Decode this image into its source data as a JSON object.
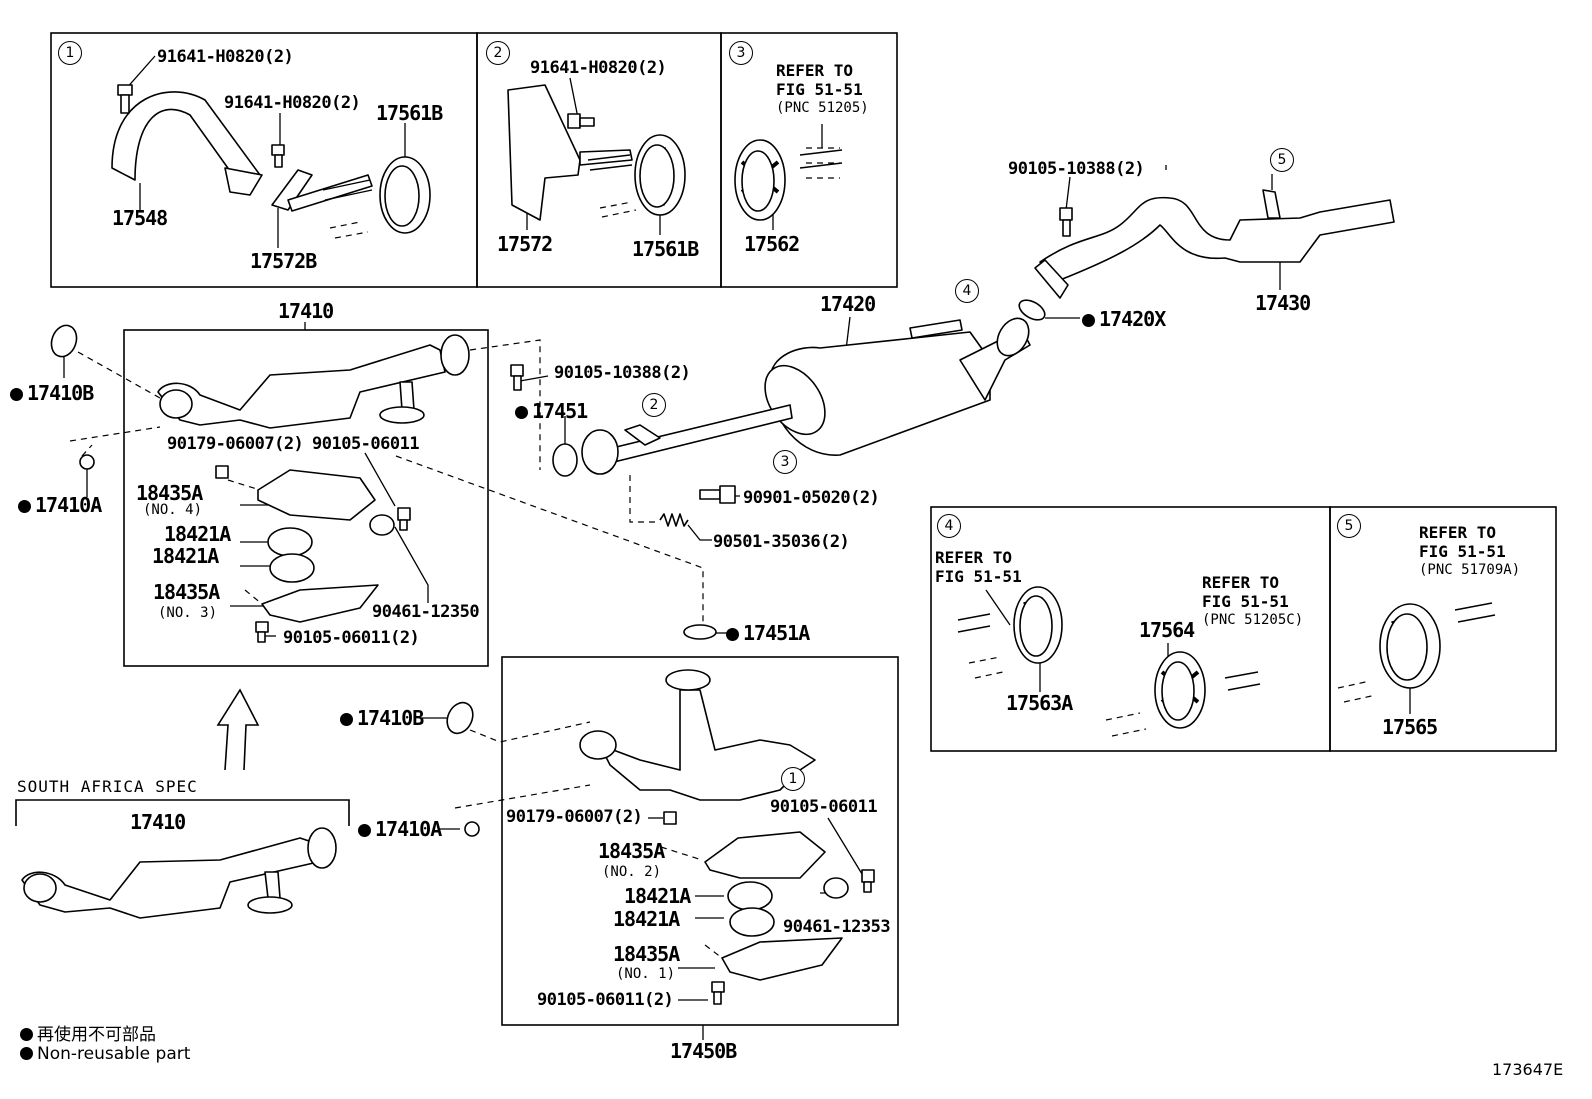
{
  "diagram_id": "173647E",
  "legend": {
    "jp": "再使用不可部品",
    "en": "Non-reusable part"
  },
  "spec_label": "SOUTH AFRICA SPEC",
  "inset_numbers": [
    "1",
    "2",
    "3",
    "4",
    "5"
  ],
  "callout_numbers": {
    "c4": "4",
    "c5": "5",
    "c2": "2",
    "c3": "3",
    "c1": "1"
  },
  "refer": {
    "p3": {
      "l1": "REFER TO",
      "l2": "FIG 51-51",
      "l3": "(PNC 51205)"
    },
    "p4": {
      "l1": "REFER TO",
      "l2": "FIG 51-51"
    },
    "p4b": {
      "l1": "REFER TO",
      "l2": "FIG 51-51",
      "l3": "(PNC 51205C)"
    },
    "p5": {
      "l1": "REFER TO",
      "l2": "FIG 51-51",
      "l3": "(PNC 51709A)"
    }
  },
  "parts": {
    "p1_bolt_a": "91641-H0820(2)",
    "p1_bolt_b": "91641-H0820(2)",
    "p1_17561B": "17561B",
    "p1_17548": "17548",
    "p1_17572B": "17572B",
    "p2_bolt": "91641-H0820(2)",
    "p2_17572": "17572",
    "p2_17561B": "17561B",
    "p3_17562": "17562",
    "bolt_90105_10388_a": "90105-10388(2)",
    "p_17430": "17430",
    "p_17420": "17420",
    "p_17420X": "17420X",
    "p_17410": "17410",
    "p_17410B": "17410B",
    "p_17410A": "17410A",
    "p_90179_a": "90179-06007(2)",
    "p_90105_06011_a": "90105-06011",
    "p_18435A_a": "18435A",
    "p_no4": "(NO. 4)",
    "p_18421A_a": "18421A",
    "p_18421A_b": "18421A",
    "p_18435A_b": "18435A",
    "p_no3": "(NO. 3)",
    "p_90461_12350": "90461-12350",
    "p_90105_06011_b": "90105-06011(2)",
    "bolt_90105_10388_b": "90105-10388(2)",
    "p_17451": "17451",
    "p_90901": "90901-05020(2)",
    "p_90501": "90501-35036(2)",
    "p_17451A": "17451A",
    "p_17410B_2": "17410B",
    "p_17410A_2": "17410A",
    "p_90179_b": "90179-06007(2)",
    "p_90105_06011_c": "90105-06011",
    "p_18435A_c": "18435A",
    "p_no2": "(NO. 2)",
    "p_18421A_c": "18421A",
    "p_18421A_d": "18421A",
    "p_90461_12353": "90461-12353",
    "p_18435A_d": "18435A",
    "p_no1": "(NO. 1)",
    "p_90105_06011_d": "90105-06011(2)",
    "p_17450B": "17450B",
    "p_17410_sa": "17410",
    "p4_17563A": "17563A",
    "p4_17564": "17564",
    "p5_17565": "17565"
  }
}
